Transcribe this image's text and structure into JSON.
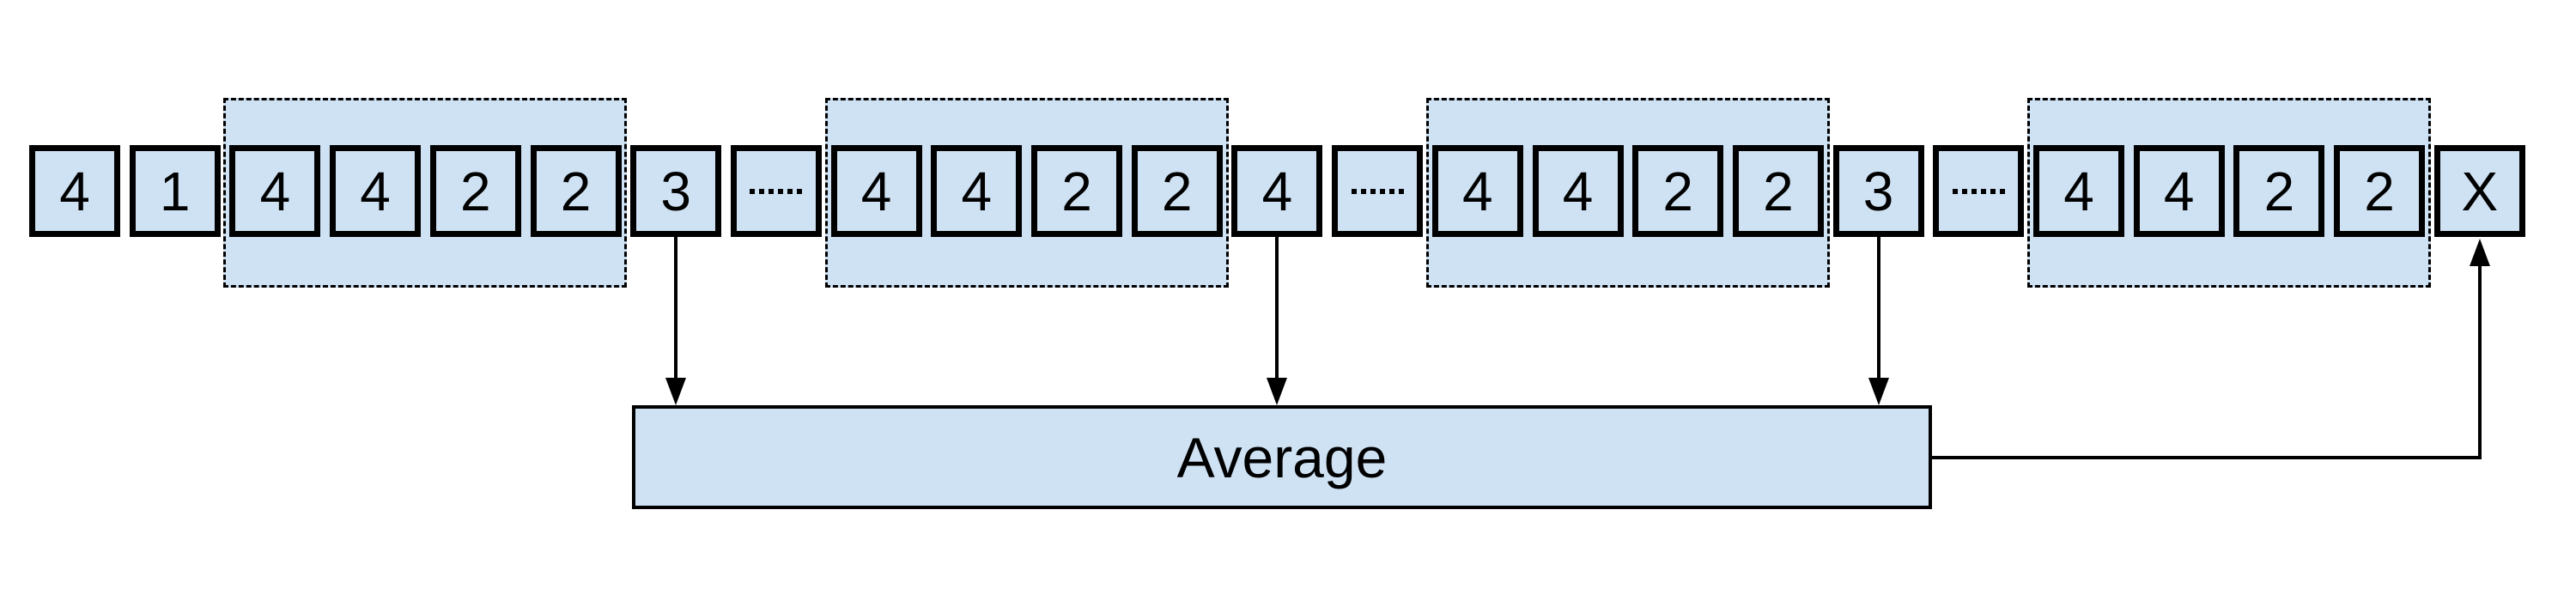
{
  "colors": {
    "shape_fill": "#cfe2f3",
    "stroke": "#000000"
  },
  "sequence": {
    "boxes": [
      "4",
      "1",
      "4",
      "4",
      "2",
      "2",
      "3",
      "......",
      "4",
      "4",
      "2",
      "2",
      "4",
      "......",
      "4",
      "4",
      "2",
      "2",
      "3",
      "......",
      "4",
      "4",
      "2",
      "2",
      "X"
    ],
    "dots_box_indices": [
      7,
      13,
      19
    ],
    "highlight_groups": [
      {
        "start_index": 2,
        "end_index": 5,
        "values": [
          "4",
          "4",
          "2",
          "2"
        ]
      },
      {
        "start_index": 8,
        "end_index": 11,
        "values": [
          "4",
          "4",
          "2",
          "2"
        ]
      },
      {
        "start_index": 14,
        "end_index": 17,
        "values": [
          "4",
          "4",
          "2",
          "2"
        ]
      },
      {
        "start_index": 20,
        "end_index": 23,
        "values": [
          "4",
          "4",
          "2",
          "2"
        ]
      }
    ],
    "arrow_source_indices": [
      6,
      12,
      18
    ],
    "arrow_target_index": 24
  },
  "average_box": {
    "label": "Average"
  }
}
